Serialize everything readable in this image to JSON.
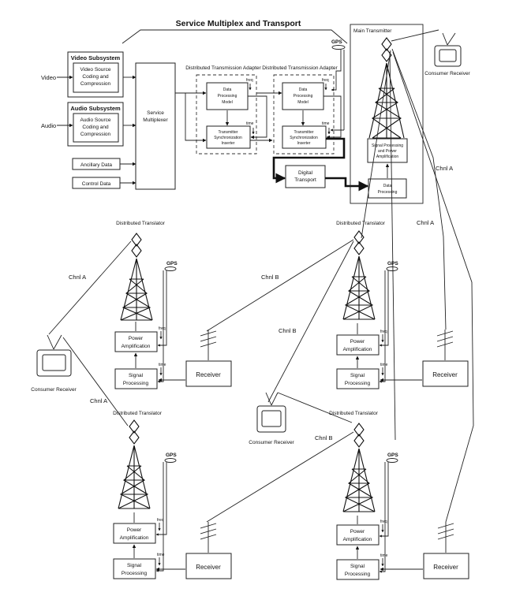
{
  "title": "Service Multiplex and Transport",
  "gps": "GPS",
  "main_transmitter": "Main Transmitter",
  "consumer_receiver": "Consumer Receiver",
  "video_subsystem": "Video Subsystem",
  "video_source_1": "Video Source",
  "video_source_2": "Coding and",
  "video_source_3": "Compression",
  "audio_subsystem": "Audio Subsystem",
  "audio_source_1": "Audio Source",
  "audio_source_2": "Coding and",
  "audio_source_3": "Compression",
  "input_video": "Video",
  "input_audio": "Audio",
  "ancillary_data": "Ancillary Data",
  "control_data": "Control Data",
  "service_mux_1": "Service",
  "service_mux_2": "Multiplexer",
  "dta_label": "Distributed Transmission Adapter",
  "dpm_1": "Data",
  "dpm_2": "Processing",
  "dpm_3": "Model",
  "tsi_1": "Transmitter",
  "tsi_2": "Synchronization",
  "tsi_3": "Inserter",
  "freq": "freq",
  "time": "time",
  "digital_transport_1": "Digital",
  "digital_transport_2": "Transport",
  "spa_1": "Signal Processing",
  "spa_2": "and Power",
  "spa_3": "Amplification",
  "data_proc_1": "Data",
  "data_proc_2": "Processing",
  "distributed_translator": "Distributed Translator",
  "power_amp_1": "Power",
  "power_amp_2": "Amplification",
  "signal_proc_1": "Signal",
  "signal_proc_2": "Processing",
  "receiver": "Receiver",
  "chnl_a": "Chnl  A",
  "chnl_b": "Chnl  B"
}
